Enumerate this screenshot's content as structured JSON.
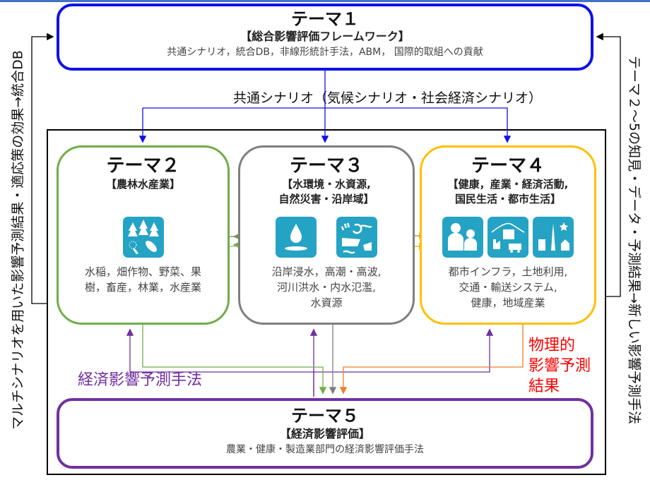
{
  "theme1": {
    "title": "テーマ１",
    "subtitle": "【総合影響評価フレームワーク】",
    "description": "共通シナリオ，統合DB，非線形統計手法，ABM， 国際的取組への貢献"
  },
  "common_scenario_label": "共通シナリオ（気候シナリオ・社会経済シナリオ）",
  "theme2": {
    "title": "テーマ２",
    "subtitle": "【農林水産業】",
    "icons": [
      "forestry-fishery-icon"
    ],
    "description": "水稲，畑作物、野菜、果\n樹，畜産，林業，水産業"
  },
  "theme3": {
    "title": "テーマ３",
    "subtitle": "【水環境・水資源,\n自然災害・沿岸域】",
    "icons": [
      "water-drop-icon",
      "disaster-icon"
    ],
    "description": "沿岸浸水，高潮・高波,\n河川洪水・内水氾濫,\n水資源"
  },
  "theme4": {
    "title": "テーマ４",
    "subtitle": "【健康，産業・経済活動,\n国民生活・都市生活】",
    "icons": [
      "people-icon",
      "industry-icon",
      "city-icon"
    ],
    "description": "都市インフラ，土地利用,\n交通・輸送システム,\n健康，地域産業"
  },
  "theme5": {
    "title": "テーマ５",
    "subtitle": "【経済影響評価】",
    "description": "農業・健康・製造業部門の経済影響評価手法"
  },
  "econ_method_label": "経済影響予測手法",
  "physical_result_label": "物理的\n影響予測\n結果",
  "left_side_label": "マルチシナリオを用いた影響予測結果・適応策の効果→統合DB",
  "right_side_label": "テーマ２～5の知見・データ・予測結果→新しい影響予測手法",
  "colors": {
    "theme1": "#1010e8",
    "theme2": "#70ad47",
    "theme3": "#7f7f7f",
    "theme4": "#ffc000",
    "theme5": "#7030a0",
    "physical": "#ed7d31",
    "icon_bg": "#25a3c4",
    "red_label": "#ff0000"
  }
}
